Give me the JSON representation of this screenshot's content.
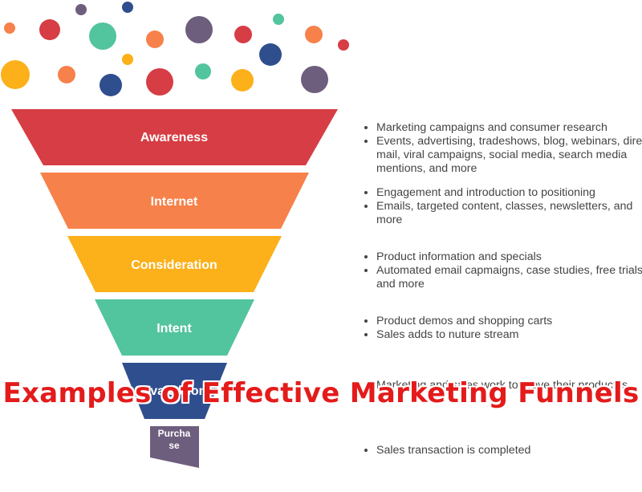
{
  "title": "Examples of Effective Marketing Funnels",
  "colors": {
    "awareness": "#d63d44",
    "internet": "#f7814a",
    "consideration": "#fcb019",
    "intent": "#52c49e",
    "evaluation": "#2f4e8e",
    "purchase": "#6e5e7d",
    "title_red": "#e41b1b"
  },
  "stages": [
    {
      "label": "Awareness",
      "color": "#d63d44",
      "bullets": [
        "Marketing campaigns and consumer research",
        "Events, advertising, tradeshows, blog, webinars, direct mail, viral campaigns, social media, search media mentions, and more"
      ]
    },
    {
      "label": "Internet",
      "color": "#f7814a",
      "bullets": [
        "Engagement and introduction to positioning",
        "Emails, targeted content, classes, newsletters, and more"
      ]
    },
    {
      "label": "Consideration",
      "color": "#fcb019",
      "bullets": [
        "Product information and specials",
        "Automated email capmaigns, case studies, free trials, and more"
      ]
    },
    {
      "label": "Intent",
      "color": "#52c49e",
      "bullets": [
        "Product demos and shopping carts",
        "Sales adds to nuture stream"
      ]
    },
    {
      "label": "Evaluation",
      "color": "#2f4e8e",
      "bullets": [
        "Marketing and sales work to prove their product is"
      ]
    },
    {
      "label": "Purcha se",
      "color": "#6e5e7d",
      "bullets": [
        "Sales transaction is completed"
      ]
    }
  ]
}
